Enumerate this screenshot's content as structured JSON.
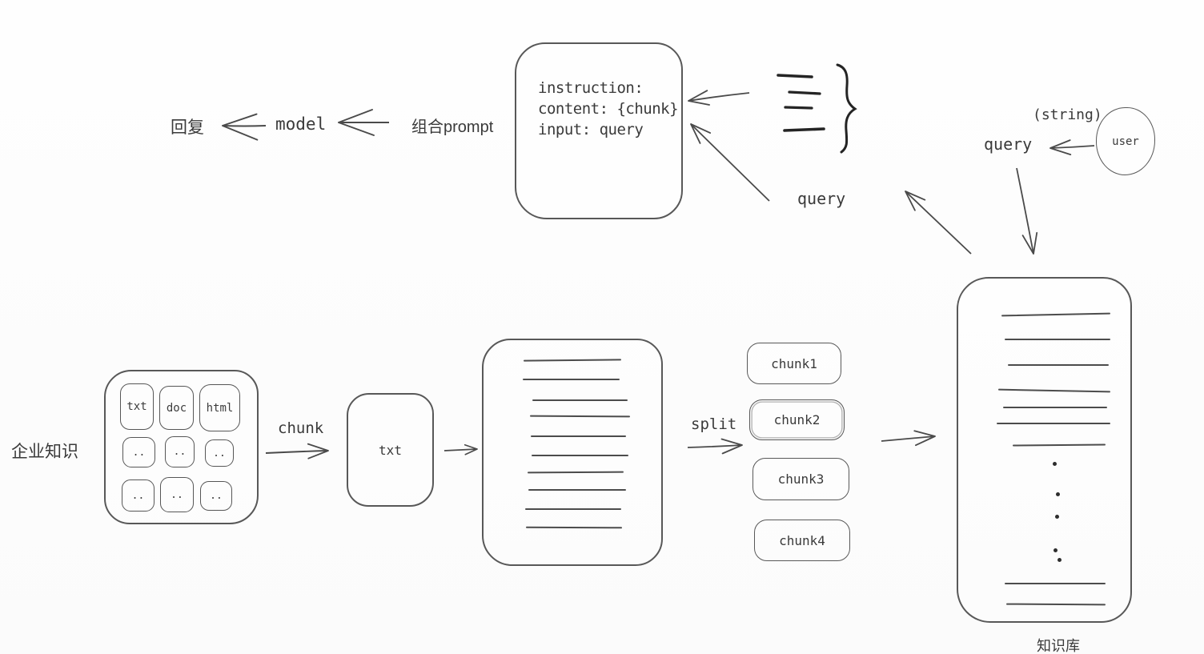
{
  "colors": {
    "background": "#fdfdfd",
    "stroke": "#4a4a4a",
    "dark_stroke": "#242424",
    "text": "#3a3a3a"
  },
  "answer_flow": {
    "reply_label": "回复",
    "model_label": "model",
    "combine_prompt_label": "组合prompt",
    "prompt_box": {
      "lines": [
        "instruction:",
        "content: {chunk}",
        "input: query"
      ]
    },
    "retrieval_query_label": "query"
  },
  "user_flow": {
    "string_type_label": "(string)",
    "query_label": "query",
    "user_label": "user"
  },
  "ingest_flow": {
    "enterprise_knowledge_label": "企业知识",
    "grid": {
      "cell_txt": "txt",
      "cell_doc": "doc",
      "cell_html": "html",
      "dots": ".."
    },
    "chunk_label": "chunk",
    "txt_label": "txt",
    "split_label": "split",
    "chunks": [
      "chunk1",
      "chunk2",
      "chunk3",
      "chunk4"
    ],
    "knowledge_base_label": "知识库"
  }
}
